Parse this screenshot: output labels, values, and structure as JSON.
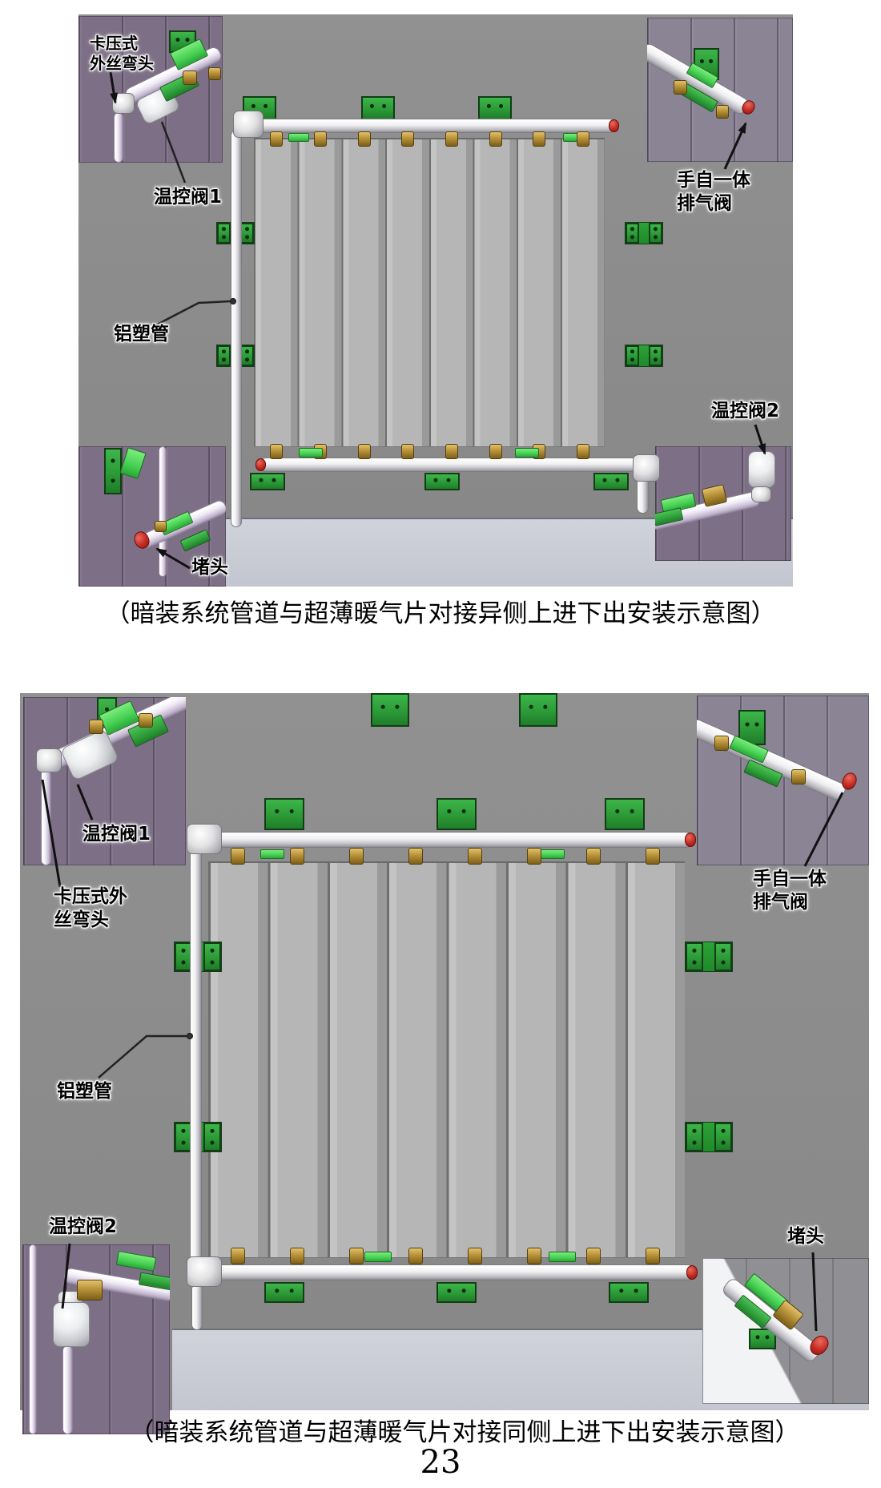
{
  "page": {
    "number": "23",
    "background": "#ffffff"
  },
  "colors": {
    "wall_gray": "#8c8c8c",
    "floor": "#c9ccd5",
    "inset_wall_purple": "#7d7086",
    "inset_wall_gray": "#8b8495",
    "radiator_panel": "#b6b6b6",
    "bracket_green": "#2c9a37",
    "clip_green": "#46cf52",
    "brass_valve": "#b8923a",
    "pipe_white": "#f0eff2",
    "plug_red": "#c32b22",
    "label_text": "#000000"
  },
  "figures": [
    {
      "caption": "（暗装系统管道与超薄暖气片对接异侧上进下出安装示意图）",
      "labels": {
        "clamp_elbow": "卡压式\n外丝弯头",
        "thermo_valve_1": "温控阀1",
        "air_vent": "手自一体\n排气阀",
        "al_pipe": "铝塑管",
        "thermo_valve_2": "温控阀2",
        "plug": "堵头"
      }
    },
    {
      "caption": "（暗装系统管道与超薄暖气片对接同侧上进下出安装示意图）",
      "labels": {
        "thermo_valve_1": "温控阀1",
        "clamp_elbow": "卡压式外\n丝弯头",
        "air_vent": "手自一体\n排气阀",
        "al_pipe": "铝塑管",
        "thermo_valve_2": "温控阀2",
        "plug": "堵头"
      }
    }
  ]
}
